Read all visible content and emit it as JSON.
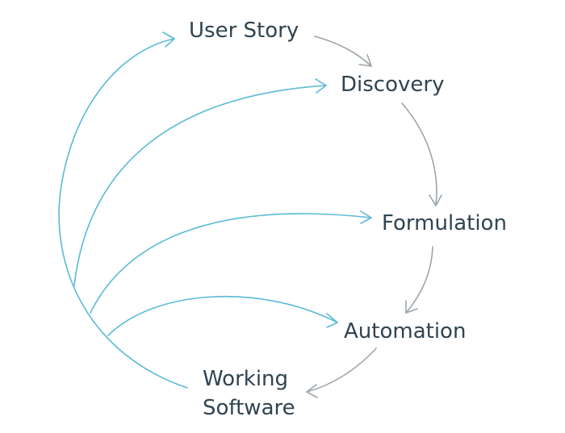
{
  "colors": {
    "feedback_arrow": "#5bbad6",
    "flow_arrow": "#9aa6ad",
    "text": "#2f4450",
    "background": "#ffffff"
  },
  "nodes": {
    "user_story": "User Story",
    "discovery": "Discovery",
    "formulation": "Formulation",
    "automation": "Automation",
    "working_software_line1": "Working",
    "working_software_line2": "Software"
  }
}
